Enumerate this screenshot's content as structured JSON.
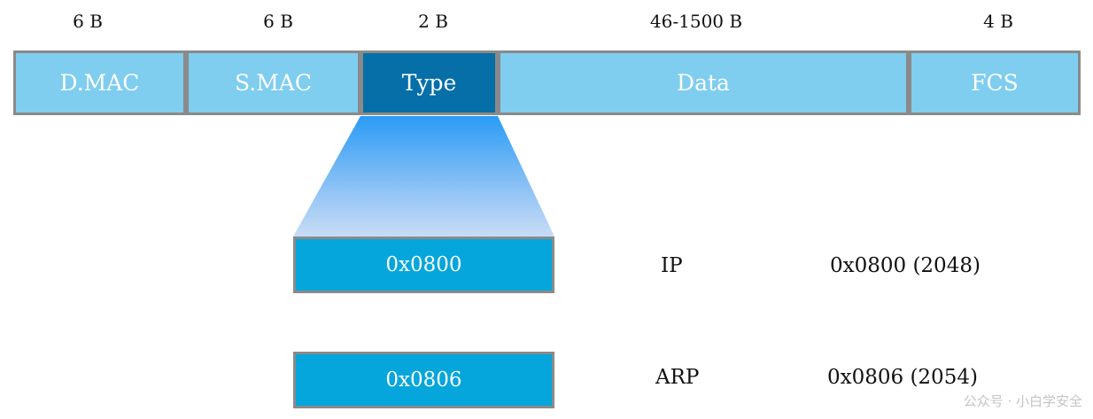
{
  "frame": {
    "sizes": [
      "6 B",
      "6 B",
      "2 B",
      "46-1500 B",
      "4 B"
    ],
    "fields": [
      "D.MAC",
      "S.MAC",
      "Type",
      "Data",
      "FCS"
    ]
  },
  "type_values": [
    {
      "hex": "0x0800",
      "protocol": "IP",
      "hex_dec": "0x0800 (2048)"
    },
    {
      "hex": "0x0806",
      "protocol": "ARP",
      "hex_dec": "0x0806 (2054)"
    }
  ],
  "watermark": "公众号 · 小白学安全",
  "colors": {
    "field_light": "#7fcdef",
    "field_type": "#066fa8",
    "value_box": "#05a6db",
    "border": "#8a8a8a"
  }
}
